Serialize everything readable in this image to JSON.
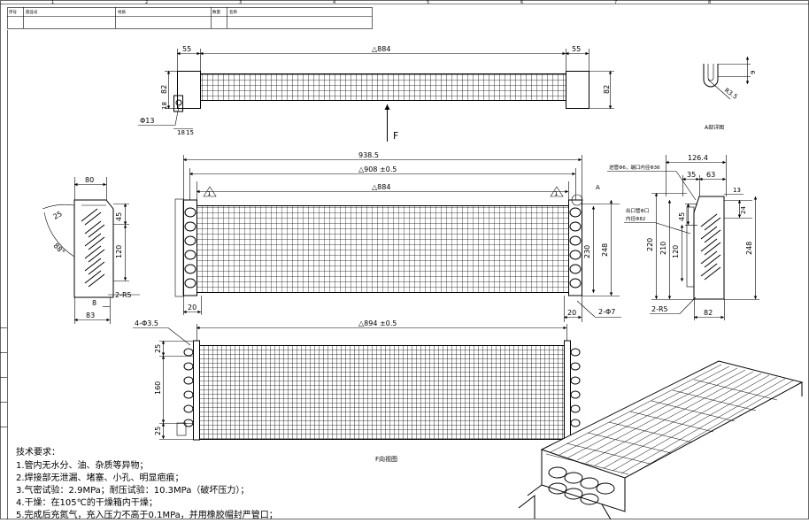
{
  "title_block": {
    "col_ruler": [
      "1",
      "2",
      "3",
      "4",
      "5",
      "6",
      "7",
      "8"
    ],
    "header_cells": [
      "序号",
      "部品号",
      "材质",
      "数量",
      "名称"
    ]
  },
  "top_view": {
    "dims": [
      "55",
      "△884",
      "55",
      "82",
      "82",
      "18",
      "Φ13",
      "18",
      "15"
    ],
    "arrow_label": "F"
  },
  "detail_a": {
    "dims": [
      "9",
      "R3.5"
    ],
    "caption": "A部详图"
  },
  "left_view": {
    "dims": [
      "80",
      "25",
      "45",
      "120",
      "88°",
      "2-R5",
      "8",
      "83"
    ]
  },
  "front_view": {
    "dims": [
      "938.5",
      "△908 ±0.5",
      "△884",
      "230",
      "248",
      "20",
      "20",
      "2-Φ7",
      "A"
    ],
    "marker": "1"
  },
  "right_view": {
    "labels": [
      "进管Φ6，端口内径Φ36",
      "出口管Φ口",
      "内径Φ82"
    ],
    "dims": [
      "126.4",
      "35",
      "63",
      "13",
      "24",
      "45",
      "220",
      "210",
      "120",
      "248",
      "2-R5",
      "82"
    ]
  },
  "f_view": {
    "dims": [
      "△894 ±0.5",
      "4-Φ3.5",
      "25",
      "160",
      "25"
    ],
    "caption": "F向视图"
  },
  "notes": {
    "heading": "技术要求：",
    "items": [
      "1.管内无水分、油、杂质等异物；",
      "2.焊接部无泄漏、堵塞、小孔、明显疤痕；",
      "3.气密试验：2.9MPa；耐压试验：10.3MPa（破坏压力）；",
      "4.干燥：在105℃的干燥箱内干燥；",
      "5.完成后充氮气，充入压力不高于0.1MPa，并用橡胶帽封严管口；"
    ]
  }
}
